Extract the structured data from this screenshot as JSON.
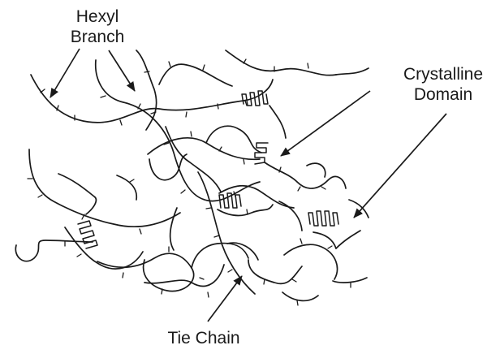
{
  "labels": {
    "hexyl_branch": [
      "Hexyl",
      "Branch"
    ],
    "crystalline_domain": [
      "Crystalline",
      "Domain"
    ],
    "tie_chain": [
      "Tie Chain"
    ]
  },
  "colors": {
    "ink": "#1a1a1a",
    "background": "#ffffff"
  }
}
